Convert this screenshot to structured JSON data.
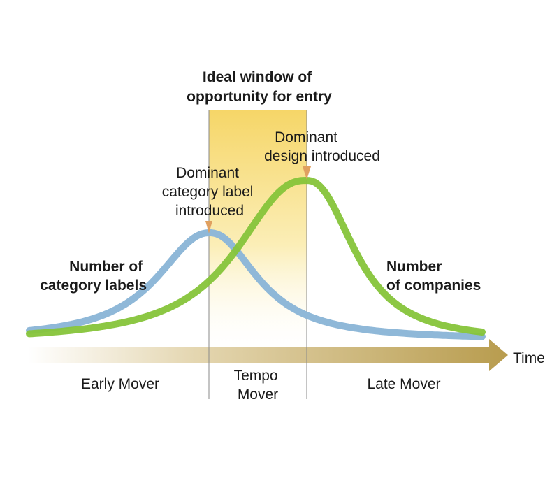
{
  "window_title": [
    "Ideal window of",
    "opportunity for entry"
  ],
  "annotations": {
    "category_label": [
      "Dominant",
      "category label",
      "introduced"
    ],
    "design": [
      "Dominant",
      "design introduced"
    ]
  },
  "series": {
    "category_labels": {
      "label": [
        "Number of",
        "category labels"
      ],
      "color": "#8fb8d8"
    },
    "companies": {
      "label": [
        "Number",
        "of companies"
      ],
      "color": "#86c43a"
    }
  },
  "axis": {
    "label": "Time",
    "color": "#b8a055"
  },
  "phases": {
    "early": "Early Mover",
    "tempo": [
      "Tempo",
      "Mover"
    ],
    "late": "Late Mover"
  },
  "colors": {
    "window": "#f7dc78",
    "arrowhead": "#e0a060"
  }
}
